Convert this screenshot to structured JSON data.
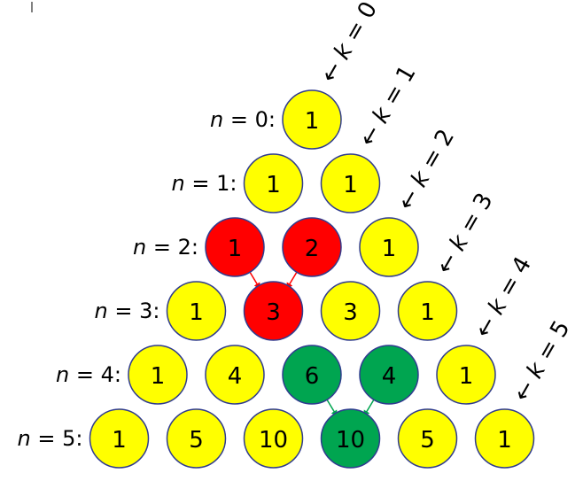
{
  "colors": {
    "default_fill": "#ffff00",
    "highlight_red": "#ff0000",
    "highlight_green": "#00a550",
    "stroke": "#2f3b8f",
    "arrow_red": "#ff0000",
    "arrow_green": "#00a550"
  },
  "rows": [
    {
      "label_var": "n",
      "label_rest": " = 0:",
      "values": [
        "1"
      ],
      "fills": [
        "default"
      ]
    },
    {
      "label_var": "n",
      "label_rest": " = 1:",
      "values": [
        "1",
        "1"
      ],
      "fills": [
        "default",
        "default"
      ]
    },
    {
      "label_var": "n",
      "label_rest": " = 2:",
      "values": [
        "1",
        "2",
        "1"
      ],
      "fills": [
        "red",
        "red",
        "default"
      ]
    },
    {
      "label_var": "n",
      "label_rest": " = 3:",
      "values": [
        "1",
        "3",
        "3",
        "1"
      ],
      "fills": [
        "default",
        "red",
        "default",
        "default"
      ]
    },
    {
      "label_var": "n",
      "label_rest": " = 4:",
      "values": [
        "1",
        "4",
        "6",
        "4",
        "1"
      ],
      "fills": [
        "default",
        "default",
        "green",
        "green",
        "default"
      ]
    },
    {
      "label_var": "n",
      "label_rest": " = 5:",
      "values": [
        "1",
        "5",
        "10",
        "10",
        "5",
        "1"
      ],
      "fills": [
        "default",
        "default",
        "default",
        "green",
        "default",
        "default"
      ]
    }
  ],
  "diagonals": [
    {
      "arrow": "←",
      "var": "k",
      "rest": " = 0"
    },
    {
      "arrow": "←",
      "var": "k",
      "rest": " = 1"
    },
    {
      "arrow": "←",
      "var": "k",
      "rest": " = 2"
    },
    {
      "arrow": "←",
      "var": "k",
      "rest": " = 3"
    },
    {
      "arrow": "←",
      "var": "k",
      "rest": " = 4"
    },
    {
      "arrow": "←",
      "var": "k",
      "rest": " = 5"
    }
  ],
  "sum_arrows": [
    {
      "from": [
        2,
        0
      ],
      "to": [
        3,
        1
      ],
      "color": "red"
    },
    {
      "from": [
        2,
        1
      ],
      "to": [
        3,
        1
      ],
      "color": "red"
    },
    {
      "from": [
        4,
        2
      ],
      "to": [
        5,
        3
      ],
      "color": "green"
    },
    {
      "from": [
        4,
        3
      ],
      "to": [
        5,
        3
      ],
      "color": "green"
    }
  ]
}
